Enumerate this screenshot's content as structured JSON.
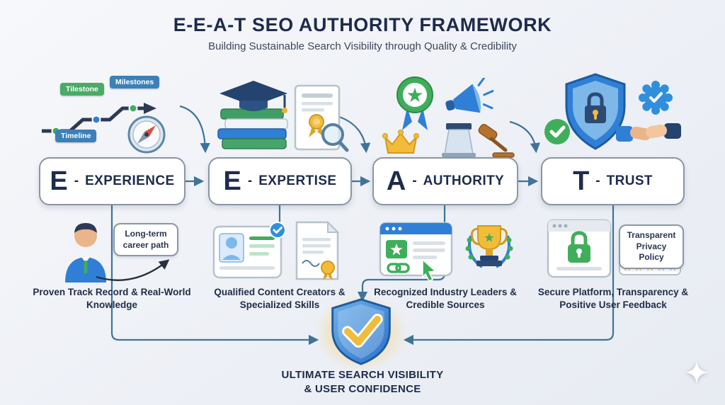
{
  "header": {
    "title": "E-E-A-T SEO AUTHORITY FRAMEWORK",
    "subtitle": "Building Sustainable Search Visibility through Quality & Credibility"
  },
  "pillars": [
    {
      "letter": "E",
      "dash": "-",
      "name": "EXPERIENCE",
      "caption": "Proven Track Record & Real-World Knowledge"
    },
    {
      "letter": "E",
      "dash": "-",
      "name": "EXPERTISE",
      "caption": "Qualified Content Creators & Specialized Skills"
    },
    {
      "letter": "A",
      "dash": "-",
      "name": "AUTHORITY",
      "caption": "Recognized Industry Leaders & Credible Sources"
    },
    {
      "letter": "T",
      "dash": "-",
      "name": "TRUST",
      "caption": "Secure Platform, Transparency & Positive User Feedback"
    }
  ],
  "experience": {
    "tags": [
      "Tilestone",
      "Milestones",
      "Timeline"
    ],
    "callout": "Long-term career path"
  },
  "trust": {
    "callout": "Transparent Privacy Policy"
  },
  "footer": {
    "line1": "ULTIMATE SEARCH VISIBILITY",
    "line2": "& USER CONFIDENCE"
  },
  "palette": {
    "background": "#eef1f6",
    "navy": "#1e2b4d",
    "blue": "#2f7fd6",
    "light_blue": "#7db8e8",
    "green": "#3fae5a",
    "gold": "#f2bc3b",
    "connector_line": "#3f7499",
    "tag_green": "#49ab64",
    "tag_blue": "#3c80b8"
  },
  "icons": {
    "timeline": "stepped-arrow-path",
    "compass": "compass-dial",
    "books_graduation": "book-stack-with-cap",
    "certificate_magnifier": "certificate-with-magnifying-glass",
    "award_rosette": "star-rosette-ribbon",
    "crown": "gold-crown",
    "megaphone": "blue-megaphone",
    "podium": "speaker-podium",
    "gavel": "wooden-gavel",
    "shield_lock": "blue-shield-padlock",
    "verified_badge": "scalloped-check-badge",
    "check_circle": "green-check-circle",
    "handshake": "business-handshake",
    "person": "professional-bust",
    "id_card": "verified-profile-card",
    "certificate": "signed-certificate-seal",
    "link_page": "webpage-with-link-and-cursor",
    "trophy": "laurel-trophy",
    "secure_page": "webpage-with-padlock",
    "star_rating": "four-gold-stars",
    "final_shield": "gold-check-shield",
    "brand_mark": "four-point-sparkle"
  }
}
